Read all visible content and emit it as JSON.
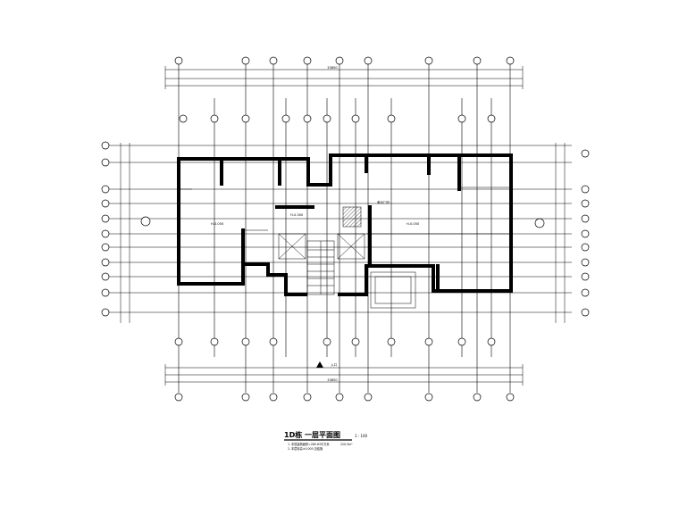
{
  "drawing": {
    "title": "1D栋 一层平面图",
    "scale": "1 : 100",
    "note_line1": "1. 本层建筑面积=280.63平方米",
    "note_line2": "2. 本层标高±0.000 见结施",
    "area_label": "220.5m²"
  },
  "dimensions": {
    "overall_top": "33850",
    "overall_bottom": "33850"
  },
  "rooms": {
    "room_left_elev": "H-0.050",
    "room_center_label": "H-0.300",
    "room_right_elev": "H-0.050",
    "lobby_label": "单元门厅",
    "entry_label": "入口"
  }
}
